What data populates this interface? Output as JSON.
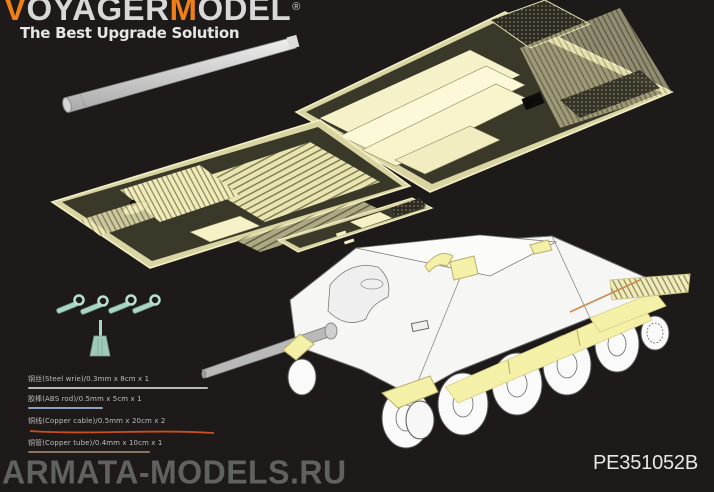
{
  "brand": {
    "name_part1_accent": "V",
    "name_part1": "OYAGER",
    "name_part2_accent": "M",
    "name_part2": "ODEL",
    "registered_mark": "®",
    "tagline": "The Best Upgrade Solution",
    "accent_color": "#f07f17",
    "text_color": "#d8d8d8"
  },
  "product": {
    "code": "PE351052B",
    "depicted_items": [
      "metal-barrel",
      "photo-etch-fret-large",
      "photo-etch-fret-main",
      "photo-etch-fret-small",
      "tank-destroyer-assembly-diagram",
      "resin-tow-hooks",
      "resin-fitting"
    ]
  },
  "materials_legend": [
    {
      "label": "钢丝(Steel wrie)/0.3mm x 8cm x 1",
      "line_color": "#b9b9b9"
    },
    {
      "label": "胶棒(ABS rod)/0.5mm x 5cm x 1",
      "line_color": "#8f9fbf"
    },
    {
      "label": "铜线(Copper cable)/0.5mm x 20cm x 2",
      "line_color": "#c8501e"
    },
    {
      "label": "铜管(Copper tube)/0.4mm x 10cm x 1",
      "line_color": "#8a7560"
    }
  ],
  "watermark": "ARMATA-MODELS.RU",
  "colors": {
    "background": "#1d1a19",
    "brass": "#f2efbd",
    "brass_dark": "#b8b27a",
    "resin": "#a8d6c2",
    "hull": "#f6f6f4"
  }
}
